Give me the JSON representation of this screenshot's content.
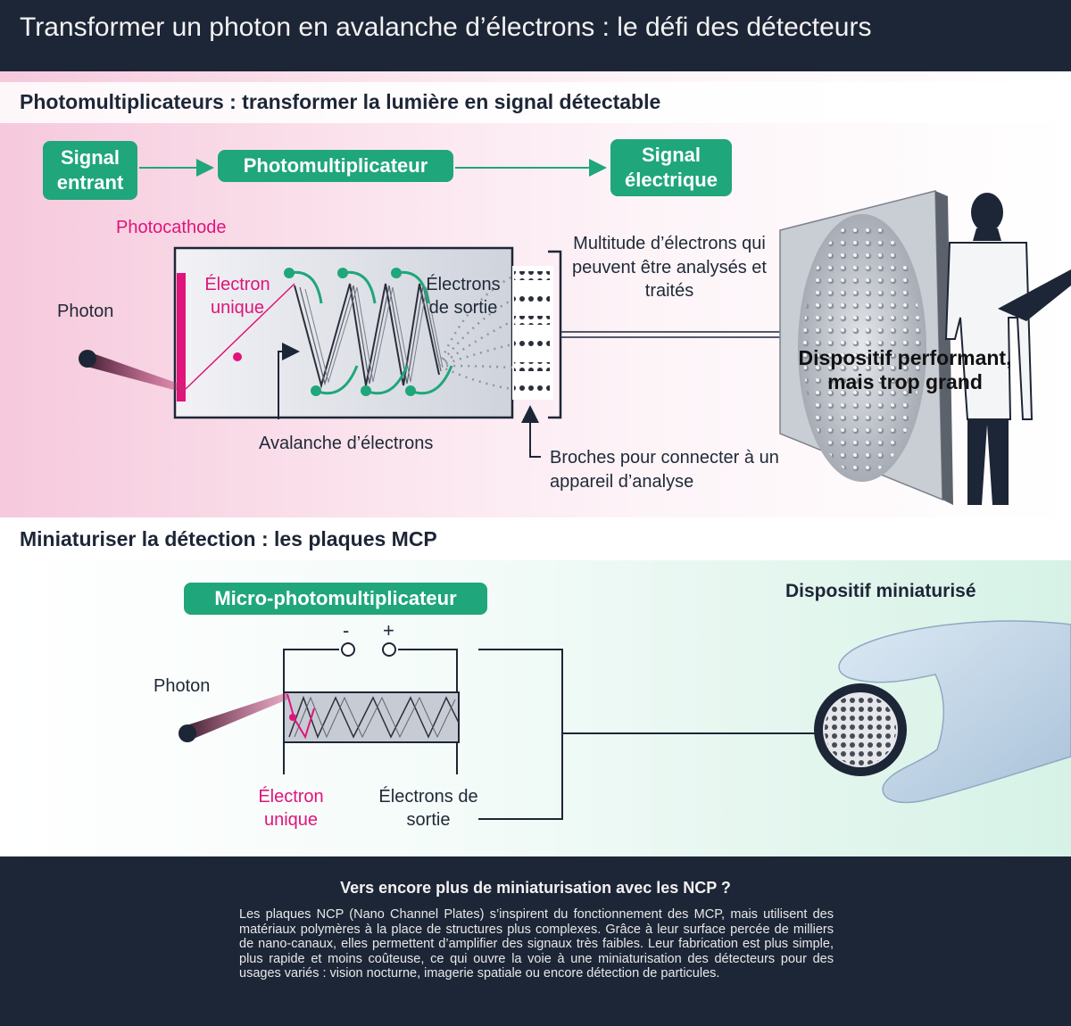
{
  "title": "Transformer un photon en avalanche d’électrons : le défi des détecteurs",
  "section1": {
    "heading": "Photomultiplicateurs : transformer la lumière en signal détectable",
    "flow": [
      "Signal entrant",
      "Photomultiplicateur",
      "Signal électrique"
    ],
    "photocathode_label": "Photocathode",
    "photon_label": "Photon",
    "single_electron_label": "Électron unique",
    "output_electrons_label": "Électrons de sortie",
    "avalanche_label": "Avalanche d’électrons",
    "multitude_label": "Multitude d’électrons qui peuvent être analysés et traités",
    "pins_label": "Broches pour connecter à un appareil d’analyse",
    "device_caption": "Dispositif performant, mais trop grand"
  },
  "section2": {
    "heading": "Miniaturiser la détection : les plaques MCP",
    "pill": "Micro-photomultiplicateur",
    "minus": "-",
    "plus": "+",
    "photon_label": "Photon",
    "single_electron_label": "Électron unique",
    "output_electrons_label": "Électrons de sortie",
    "device_caption": "Dispositif miniaturisé"
  },
  "ncp": {
    "title": "Vers encore plus de miniaturisation avec les NCP ?",
    "text": "Les plaques NCP (Nano Channel Plates) s’inspirent du fonctionnement des MCP, mais utilisent des matériaux polymères à la place de structures plus complexes. Grâce à leur surface percée de milliers de nano-canaux, elles permettent d’amplifier des signaux très faibles. Leur fabrication est plus simple, plus rapide et moins coûteuse, ce qui ouvre la voie à une miniaturisation des détecteurs pour des usages variés : vision nocturne, imagerie spatiale ou encore détection de particules."
  },
  "colors": {
    "dark": "#1d2636",
    "green": "#1fa67a",
    "magenta": "#e0147a"
  }
}
